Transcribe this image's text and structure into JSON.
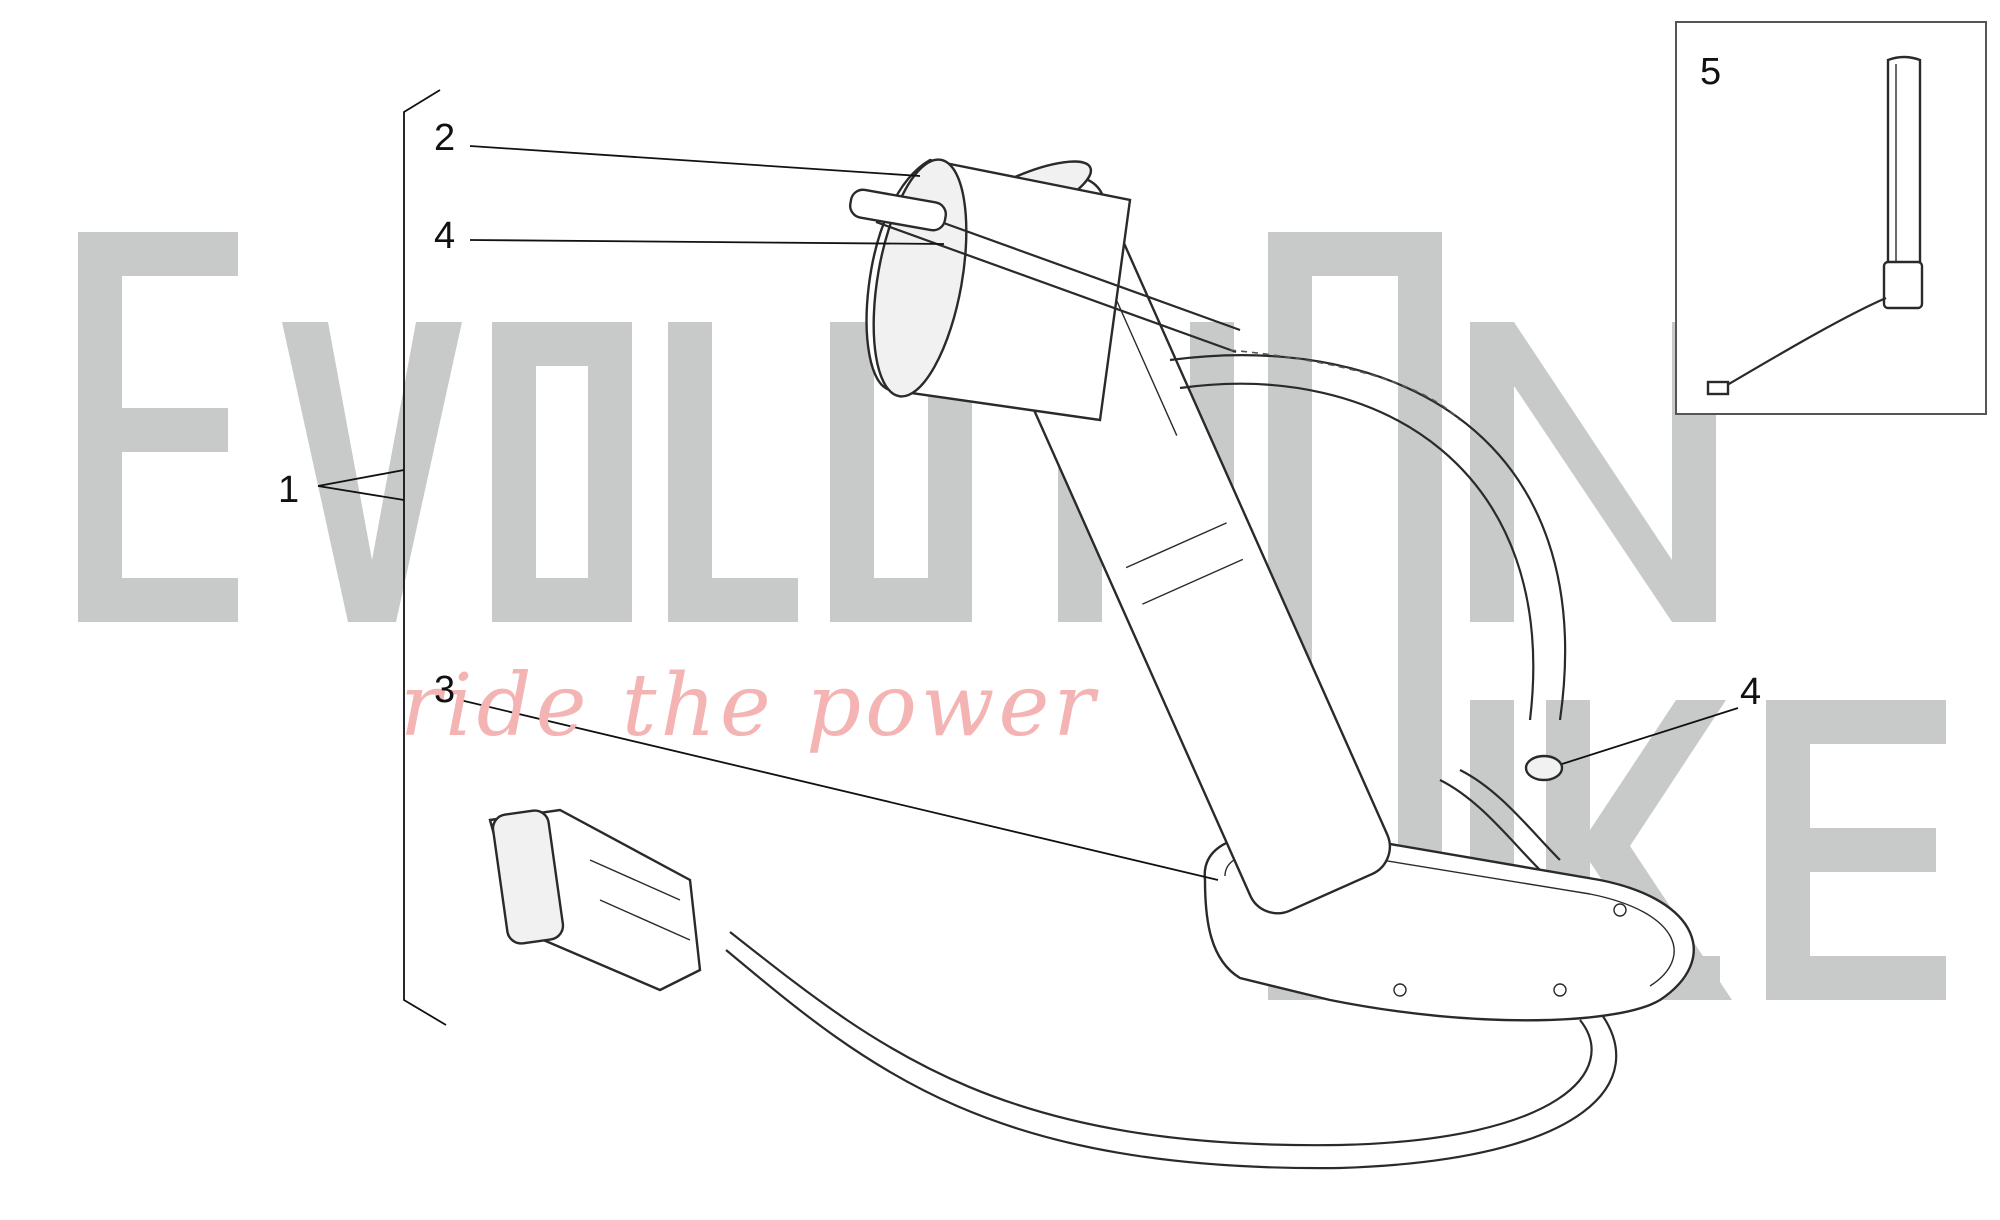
{
  "diagram": {
    "callouts": [
      {
        "id": "c1",
        "label": "1"
      },
      {
        "id": "c2",
        "label": "2"
      },
      {
        "id": "c3",
        "label": "3"
      },
      {
        "id": "c4a",
        "label": "4"
      },
      {
        "id": "c4b",
        "label": "4"
      },
      {
        "id": "c5",
        "label": "5"
      }
    ]
  },
  "watermark": {
    "tagline": "ride the power",
    "logo_text": "EVOLUTION BIKE",
    "colors": {
      "letters": "#c7c9c9",
      "tagline": "#f4b4b4"
    }
  }
}
